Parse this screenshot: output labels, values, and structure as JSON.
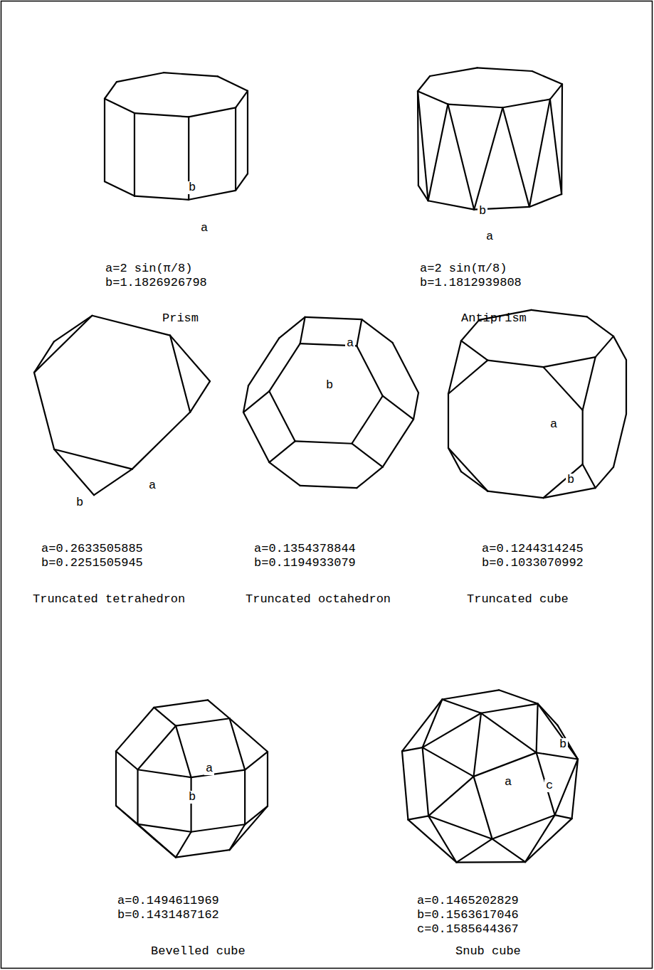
{
  "diagram": {
    "labels": [
      "b",
      "a",
      "a=2 sin(π/8)",
      "b=1.1826926798",
      "Prism",
      "b",
      "a",
      "a=2 sin(π/8)",
      "b=1.1812939808",
      "Antiprism",
      "a",
      "b",
      "a=0.2633505885",
      "b=0.2251505945",
      "Truncated tetrahedron",
      "a",
      "b",
      "a=0.1354378844",
      "b=0.1194933079",
      "Truncated octahedron",
      "a",
      "b",
      "a=0.1244314245",
      "b=0.1033070992",
      "Truncated cube",
      "a",
      "b",
      "a=0.1494611969",
      "b=0.1431487162",
      "Bevelled cube",
      "b",
      "a",
      "c",
      "a=0.1465202829",
      "b=0.1563617046",
      "c=0.1585644367",
      "Snub cube"
    ]
  }
}
